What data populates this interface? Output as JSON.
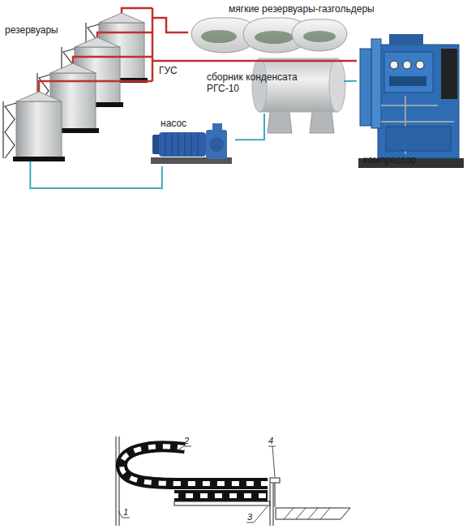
{
  "diagram": {
    "nodes": [
      {
        "text": [
          "резервуары"
        ]
      },
      {
        "text": [
          "мягкие резервуары-газгольдеры"
        ]
      },
      {
        "text": [
          "сборник конденсата РГС-10"
        ]
      },
      {
        "text": [
          "насос"
        ]
      },
      {
        "text": [
          "компрессор"
        ]
      }
    ],
    "edges": [
      {
        "from": 0,
        "to": 1,
        "arrow": "none"
      },
      {
        "from": 0,
        "to": 4,
        "label": "ГУС",
        "arrow": "none"
      },
      {
        "from": 0,
        "to": 3,
        "arrow": "none"
      },
      {
        "from": 3,
        "to": 2,
        "arrow": "none"
      },
      {
        "from": 2,
        "to": 4,
        "arrow": "none"
      }
    ],
    "labels": [
      "2",
      "4",
      "1",
      "3"
    ]
  }
}
